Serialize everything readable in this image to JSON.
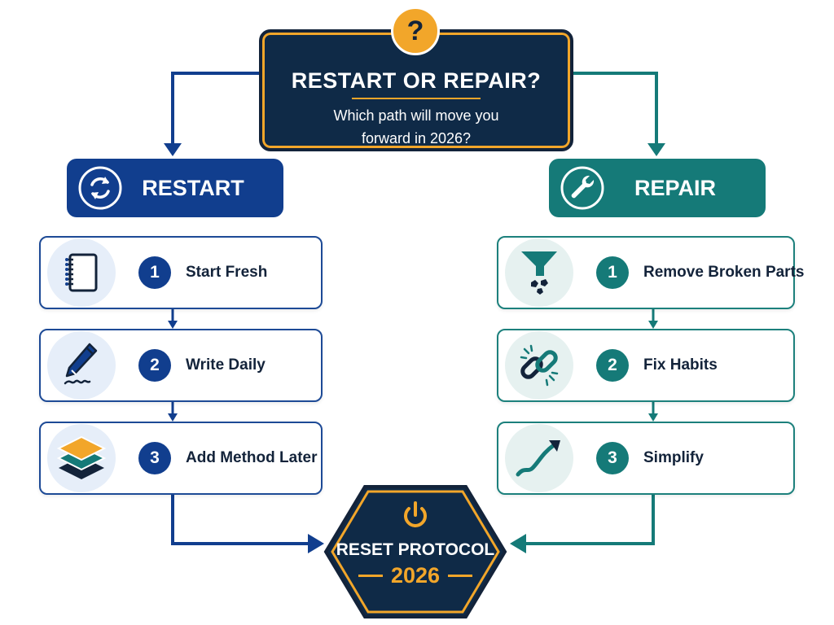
{
  "question": {
    "badge": "?",
    "title": "RESTART OR REPAIR?",
    "subtitle_line1": "Which path will move you",
    "subtitle_line2": "forward in 2026?"
  },
  "restart": {
    "label": "RESTART",
    "icon": "refresh-icon",
    "steps": [
      {
        "number": "1",
        "label": "Start Fresh",
        "icon": "notebook-icon"
      },
      {
        "number": "2",
        "label": "Write Daily",
        "icon": "pen-icon"
      },
      {
        "number": "3",
        "label": "Add Method Later",
        "icon": "layers-icon"
      }
    ]
  },
  "repair": {
    "label": "REPAIR",
    "icon": "wrench-icon",
    "steps": [
      {
        "number": "1",
        "label": "Remove Broken Parts",
        "icon": "funnel-icon"
      },
      {
        "number": "2",
        "label": "Fix Habits",
        "icon": "chain-link-icon"
      },
      {
        "number": "3",
        "label": "Simplify",
        "icon": "trend-arrow-icon"
      }
    ]
  },
  "reset": {
    "title": "RESET PROTOCOL",
    "year": "2026",
    "icon": "power-icon"
  },
  "colors": {
    "navy": "#0f2a47",
    "restart_blue": "#113e8e",
    "repair_teal": "#157a78",
    "accent_orange": "#f2a62a"
  }
}
